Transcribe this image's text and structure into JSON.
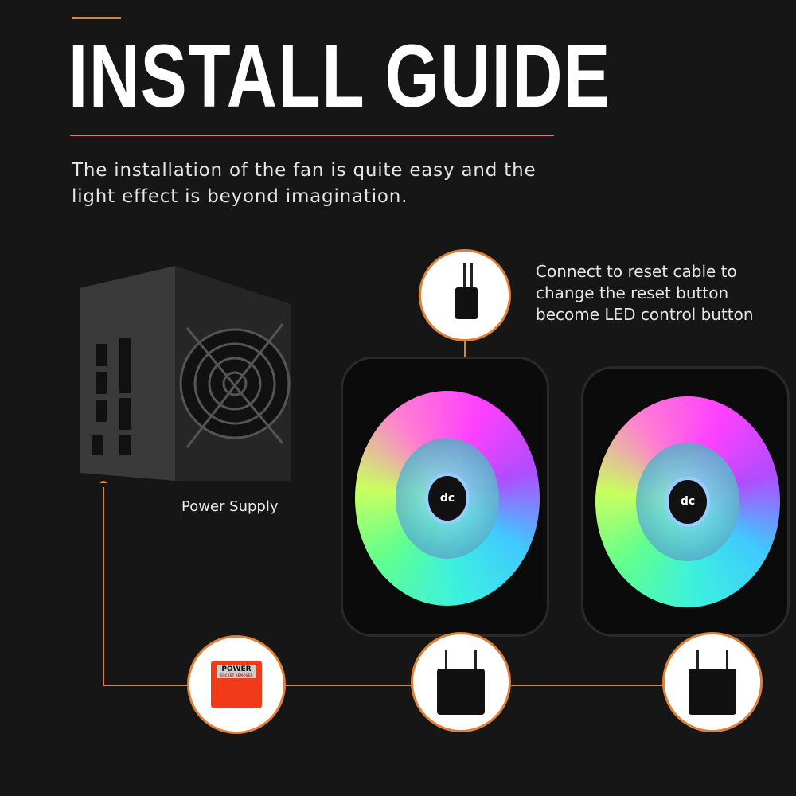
{
  "header": {
    "title": "INSTALL GUIDE",
    "subtitle": "The installation of the fan is quite easy and the light effect is beyond imagination."
  },
  "annotations": {
    "reset_note_lines": [
      "Connect to reset cable to",
      "change the reset button",
      "become LED control button"
    ],
    "power_supply_label": "Power Supply"
  },
  "connectors": {
    "power_label": "POWER",
    "power_sublabel": "SOCKET REMOVER"
  },
  "fans": {
    "logo": "dc"
  },
  "colors": {
    "background": "#161616",
    "accent": "#e0813a",
    "text": "#ffffff",
    "power_connector": "#f03a1a"
  }
}
